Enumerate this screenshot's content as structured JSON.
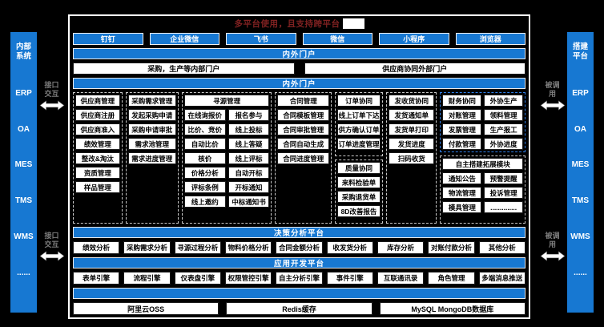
{
  "colors": {
    "blue": "#1778d2",
    "title_red": "#7e2121",
    "label_gray": "#7d7d7d"
  },
  "title": {
    "text": "多平台使用，且支持跨平台"
  },
  "sidebar_left": {
    "title": "内部\n系统",
    "items": [
      "ERP",
      "OA",
      "MES",
      "TMS",
      "WMS",
      "......"
    ]
  },
  "sidebar_right": {
    "title": "搭建\n平台",
    "items": [
      "ERP",
      "OA",
      "MES",
      "TMS",
      "WMS",
      "......"
    ]
  },
  "connectors": {
    "left_label": "接口\n交互",
    "right_label": "被调\n用"
  },
  "apps": [
    "钉钉",
    "企业微信",
    "飞书",
    "微信",
    "小程序",
    "浏览器"
  ],
  "portal_bar_top": "内外门户",
  "portals": [
    "采购，生产等内部门户",
    "供应商协同外部门户"
  ],
  "portal_bar_main": "内外门户",
  "modules": {
    "supplier": {
      "header": "供应商管理",
      "items": [
        "供应商注册",
        "供应商准入",
        "绩效管理",
        "整改&淘汰",
        "资质管理",
        "样品管理"
      ]
    },
    "demand": {
      "header": "采购需求管理",
      "items": [
        "发起采购申请",
        "采购申请审批",
        "需求池管理",
        "需求进度管理"
      ]
    },
    "sourcing": {
      "header": "寻源管理",
      "items": [
        "在线询报价",
        "报名参与",
        "比价、竞价",
        "线上投标",
        "自动比价",
        "线上答疑",
        "核价",
        "线上评标",
        "价格分析",
        "自动开标",
        "评标条例",
        "开标通知",
        "线上邀约",
        "中标通知书"
      ]
    },
    "contract": {
      "header": "合同管理",
      "items": [
        "合同模板管理",
        "合同审批管理",
        "合同自动生成",
        "合同进度管理"
      ]
    },
    "order": {
      "header": "订单协同",
      "items": [
        "线上订单下达",
        "供方确认订单",
        "订单进度管理"
      ]
    },
    "quality": {
      "header": "质量协同",
      "items": [
        "来料检验单",
        "采购退货单",
        "8D改善报告"
      ]
    },
    "delivery": {
      "header": "发收货协同",
      "items": [
        "发货通知单",
        "发货单打印",
        "发货进度",
        "扫码收货"
      ]
    },
    "finance": {
      "header": "财务协同",
      "items": [
        "对账管理",
        "发票管理",
        "付款管理"
      ]
    },
    "outsourcing": {
      "header": "外协生产",
      "items": [
        "领料管理",
        "生产报工",
        "外协进度"
      ]
    },
    "custom": {
      "header": "自主搭建拓展模块",
      "items": [
        "通知公告",
        "预警提醒",
        "物流管理",
        "投诉管理",
        "模具管理",
        ".............."
      ]
    }
  },
  "analysis": {
    "bar": "决策分析平台",
    "items": [
      "绩效分析",
      "采购需求分析",
      "寻源过程分析",
      "物料价格分析",
      "合同金额分析",
      "收发货分析",
      "库存分析",
      "对账付款分析",
      "其他分析"
    ]
  },
  "devplatform": {
    "bar": "应用开发平台",
    "items": [
      "表单引擎",
      "流程引擎",
      "仪表盘引擎",
      "权限管控引擎",
      "自主分析引擎",
      "事件引擎",
      "互联通讯录",
      "角色管理",
      "多端消息推送"
    ]
  },
  "infrastructure": {
    "items": [
      "阿里云OSS",
      "Redis缓存",
      "MySQL MongoDB数据库"
    ]
  }
}
